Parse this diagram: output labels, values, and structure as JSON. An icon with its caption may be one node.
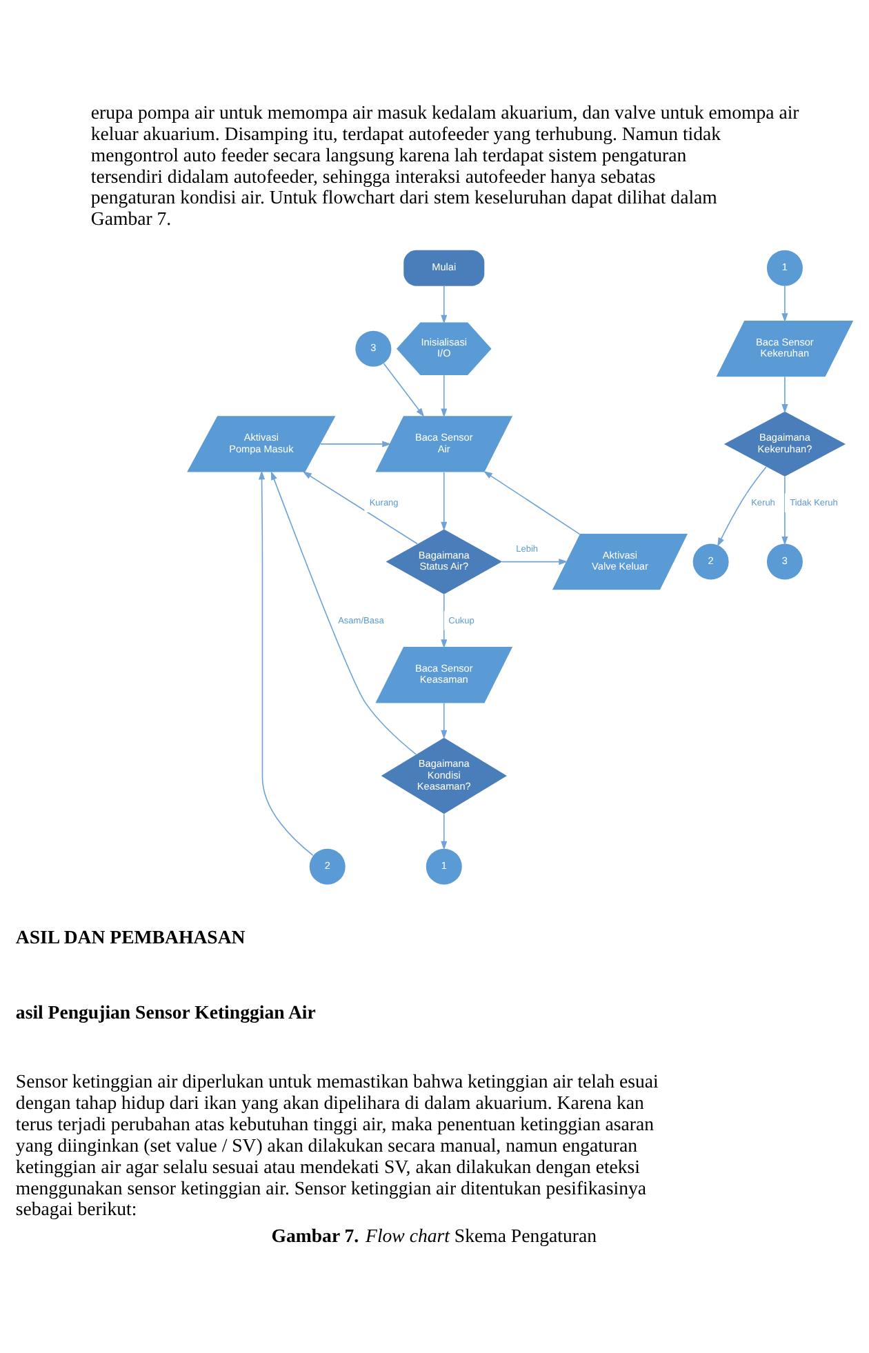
{
  "diagram": {
    "caption": "**Gambar 7.** *Flow chart* Skema Pengaturan",
    "nodes": [
      {
        "text": [
          "Mulai"
        ]
      },
      {
        "text": [
          "3"
        ]
      },
      {
        "text": [
          "Inisialisasi I/O"
        ]
      },
      {
        "text": [
          "Baca Sensor Air"
        ]
      },
      {
        "text": [
          "Aktivasi Pompa Masuk"
        ]
      },
      {
        "text": [
          "Bagaimana Status Air?"
        ]
      },
      {
        "text": [
          "Aktivasi Valve Keluar"
        ]
      },
      {
        "text": [
          "Baca Sensor Keasaman"
        ]
      },
      {
        "text": [
          "Bagaimana Kondisi Keasaman?"
        ]
      },
      {
        "text": [
          "2"
        ]
      },
      {
        "text": [
          "1"
        ]
      },
      {
        "text": [
          "1"
        ]
      },
      {
        "text": [
          "Baca Sensor Kekeruhan"
        ]
      },
      {
        "text": [
          "2"
        ]
      },
      {
        "text": [
          "Bagaimana Kekeruhan?"
        ]
      },
      {
        "text": [
          "3"
        ]
      }
    ],
    "edges": [
      {
        "from": 0,
        "to": 2,
        "arrow": "to"
      },
      {
        "from": 2,
        "to": 3,
        "arrow": "to"
      },
      {
        "from": 1,
        "to": 3,
        "arrow": "to"
      },
      {
        "from": 4,
        "to": 3,
        "arrow": "to"
      },
      {
        "from": 6,
        "to": 3,
        "arrow": "to"
      },
      {
        "from": 3,
        "to": 5,
        "arrow": "to"
      },
      {
        "from": 5,
        "to": 4,
        "label": "Kurang",
        "arrow": "to"
      },
      {
        "from": 5,
        "to": 6,
        "label": "Lebih",
        "arrow": "to"
      },
      {
        "from": 5,
        "to": 7,
        "label": "Cukup",
        "arrow": "to"
      },
      {
        "from": 7,
        "to": 8,
        "arrow": "to"
      },
      {
        "from": 8,
        "to": 4,
        "label": "Asam/Basa",
        "arrow": "to"
      },
      {
        "from": 9,
        "to": 4,
        "arrow": "to"
      },
      {
        "from": 8,
        "to": 10,
        "arrow": "to"
      },
      {
        "from": 11,
        "to": 12,
        "arrow": "to"
      },
      {
        "from": 12,
        "to": 14,
        "arrow": "to"
      },
      {
        "from": 14,
        "to": 13,
        "label": "Keruh",
        "arrow": "to"
      },
      {
        "from": 14,
        "to": 15,
        "label": "Tidak Keruh",
        "arrow": "to"
      }
    ],
    "labels": [
      "erupa pompa air untuk memompa air masuk kedalam akuarium, dan valve untuk emompa air keluar akuarium. Disamping itu, terdapat autofeeder yang terhubung. Namun tidak mengontrol auto feeder secara langsung karena lah terdapat sistem pengaturan tersendiri didalam autofeeder, sehingga interaksi autofeeder hanya sebatas pengaturan kondisi air. Untuk flowchart dari stem keseluruhan dapat dilihat dalam Gambar 7.",
      "ASIL DAN PEMBAHASAN",
      "asil Pengujian Sensor Ketinggian Air",
      "Sensor ketinggian air diperlukan untuk memastikan bahwa ketinggian air telah esuai dengan tahap hidup dari ikan yang akan dipelihara di dalam akuarium. Karena kan terus terjadi perubahan atas kebutuhan tinggi air, maka penentuan ketinggian asaran yang diinginkan (set value / SV) akan dilakukan secara manual, namun engaturan ketinggian air agar selalu sesuai atau mendekati SV, akan dilakukan dengan eteksi menggunakan sensor ketinggian air. Sensor ketinggian air ditentukan pesifikasinya sebagai berikut:"
    ]
  }
}
